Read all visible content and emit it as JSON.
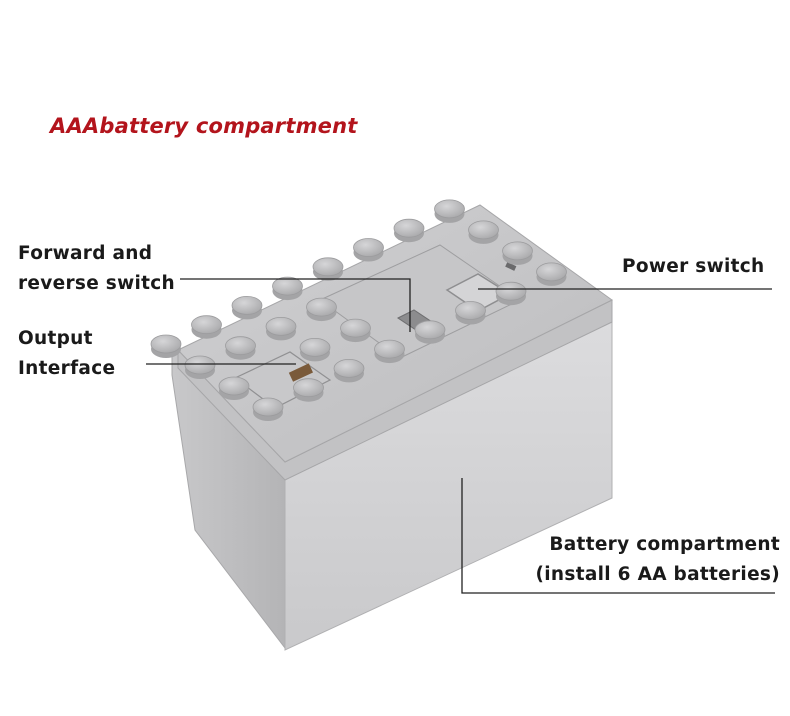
{
  "title": "AAAbattery compartment",
  "callouts": {
    "forward_reverse": {
      "line1": "Forward and",
      "line2": "reverse switch"
    },
    "output": {
      "line1": "Output",
      "line2": "Interface"
    },
    "power": {
      "line1": "Power switch"
    },
    "battery": {
      "line1": "Battery compartment",
      "line2": "(install 6 AA batteries)"
    }
  },
  "colors": {
    "title": "#b3141c",
    "label": "#1a1a1a",
    "leader_line": "#222222",
    "brick_top": "#c4c4c6",
    "brick_front": "#d9d9db",
    "brick_side": "#bdbdbf"
  }
}
